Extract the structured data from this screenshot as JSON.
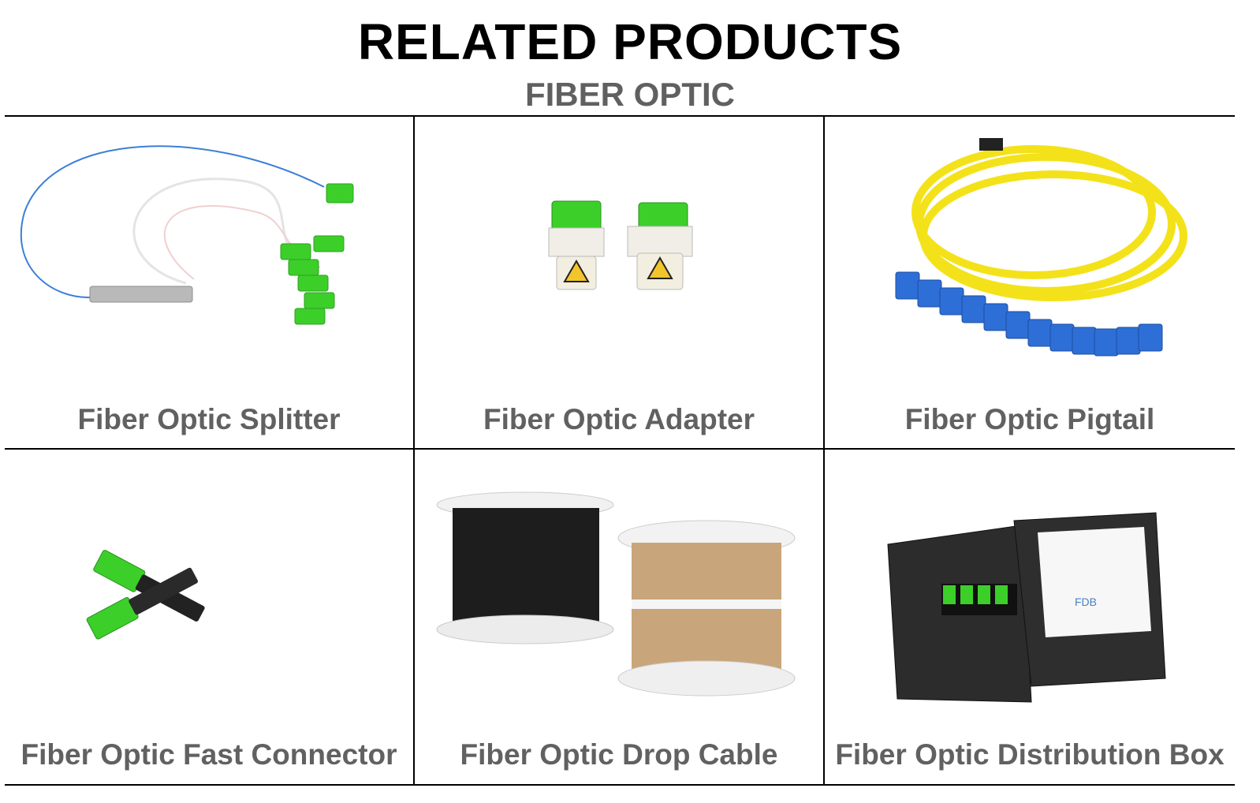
{
  "header": {
    "title": "RELATED  PRODUCTS",
    "subtitle": "FIBER OPTIC"
  },
  "products": [
    {
      "label": "Fiber Optic Splitter",
      "image": "fiber-splitter-image"
    },
    {
      "label": "Fiber Optic Adapter",
      "image": "fiber-adapter-image"
    },
    {
      "label": "Fiber Optic Pigtail",
      "image": "fiber-pigtail-image"
    },
    {
      "label": "Fiber Optic Fast Connector",
      "image": "fast-connector-image"
    },
    {
      "label": "Fiber Optic Drop Cable",
      "image": "drop-cable-image"
    },
    {
      "label": "Fiber Optic Distribution Box",
      "image": "distribution-box-image"
    }
  ],
  "box_text": "FDB",
  "colors": {
    "title": "#000000",
    "subtitle": "#606060",
    "label": "#616161",
    "connector_green": "#3ccf2a",
    "connector_blue": "#2d6fd6",
    "cable_yellow": "#f3e21a"
  }
}
